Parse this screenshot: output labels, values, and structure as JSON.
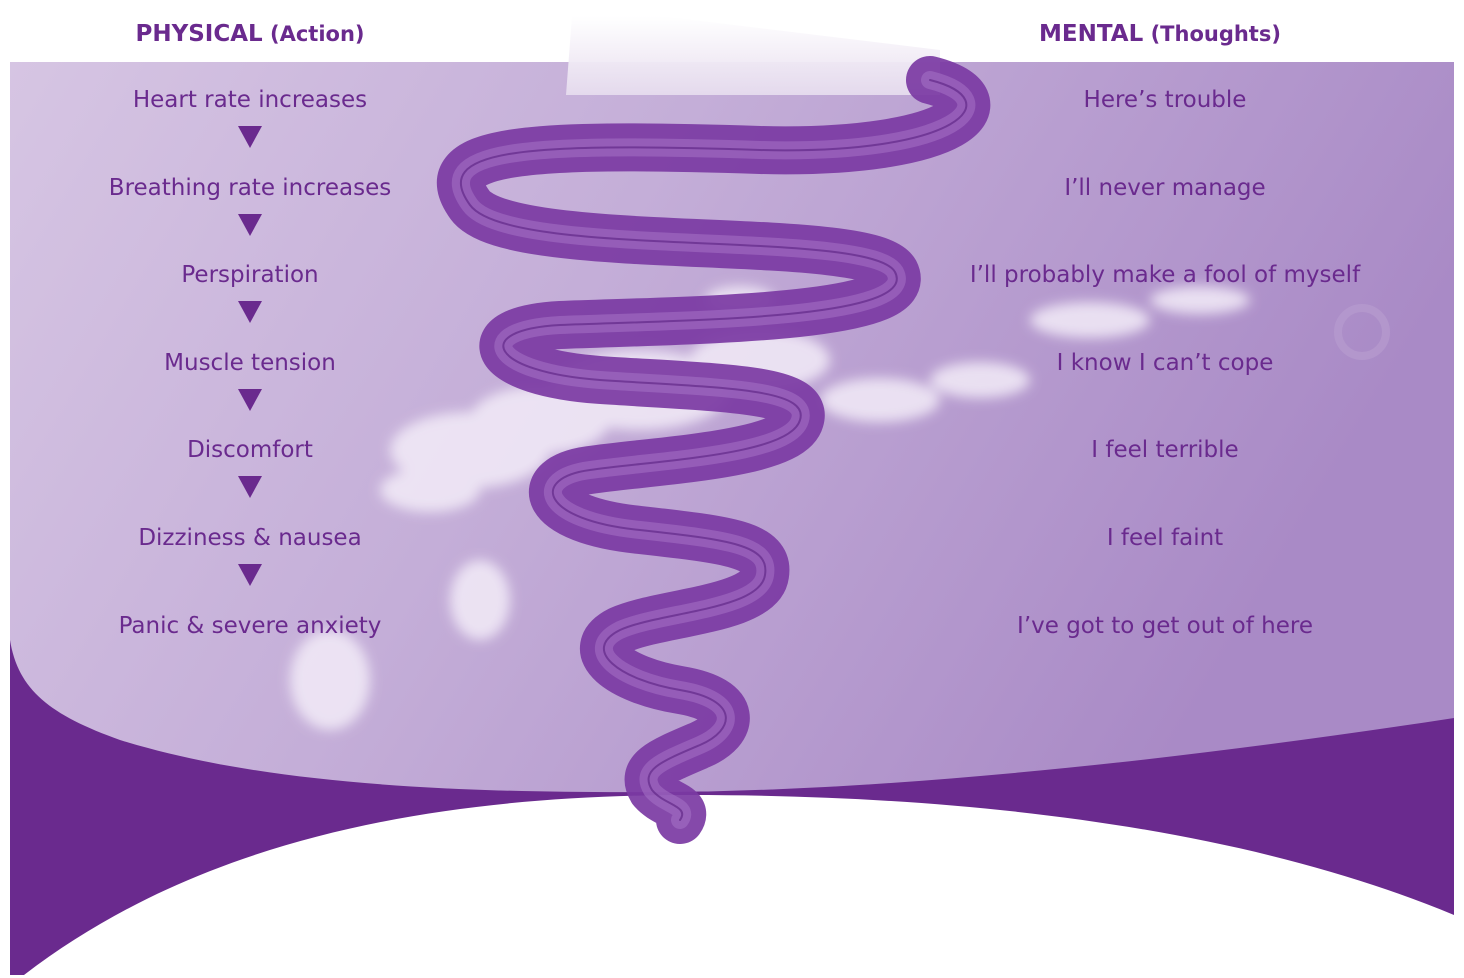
{
  "headings": {
    "physical": {
      "main": "PHYSICAL",
      "sub": "(Action)"
    },
    "mental": {
      "main": "MENTAL",
      "sub": "(Thoughts)"
    }
  },
  "physical_steps": [
    "Heart rate increases",
    "Breathing rate increases",
    "Perspiration",
    "Muscle tension",
    "Discomfort",
    "Dizziness & nausea",
    "Panic & severe anxiety"
  ],
  "mental_steps": [
    "Here’s trouble",
    "I’ll never manage",
    "I’ll probably make a fool of myself",
    "I know I can’t cope",
    "I feel terrible",
    "I feel faint",
    "I’ve got to get out of here"
  ],
  "colors": {
    "accent": "#6a2a8e",
    "panel_light": "#d3bfe0",
    "panel_dark": "#a98ac6",
    "spiral": "#7b3aa3",
    "cloud": "#f4eefa"
  },
  "decor": {
    "background": "purple-sky-with-clouds",
    "spiral": "downward-spiral-ribbon",
    "arrow_icon": "down-triangle-icon"
  }
}
